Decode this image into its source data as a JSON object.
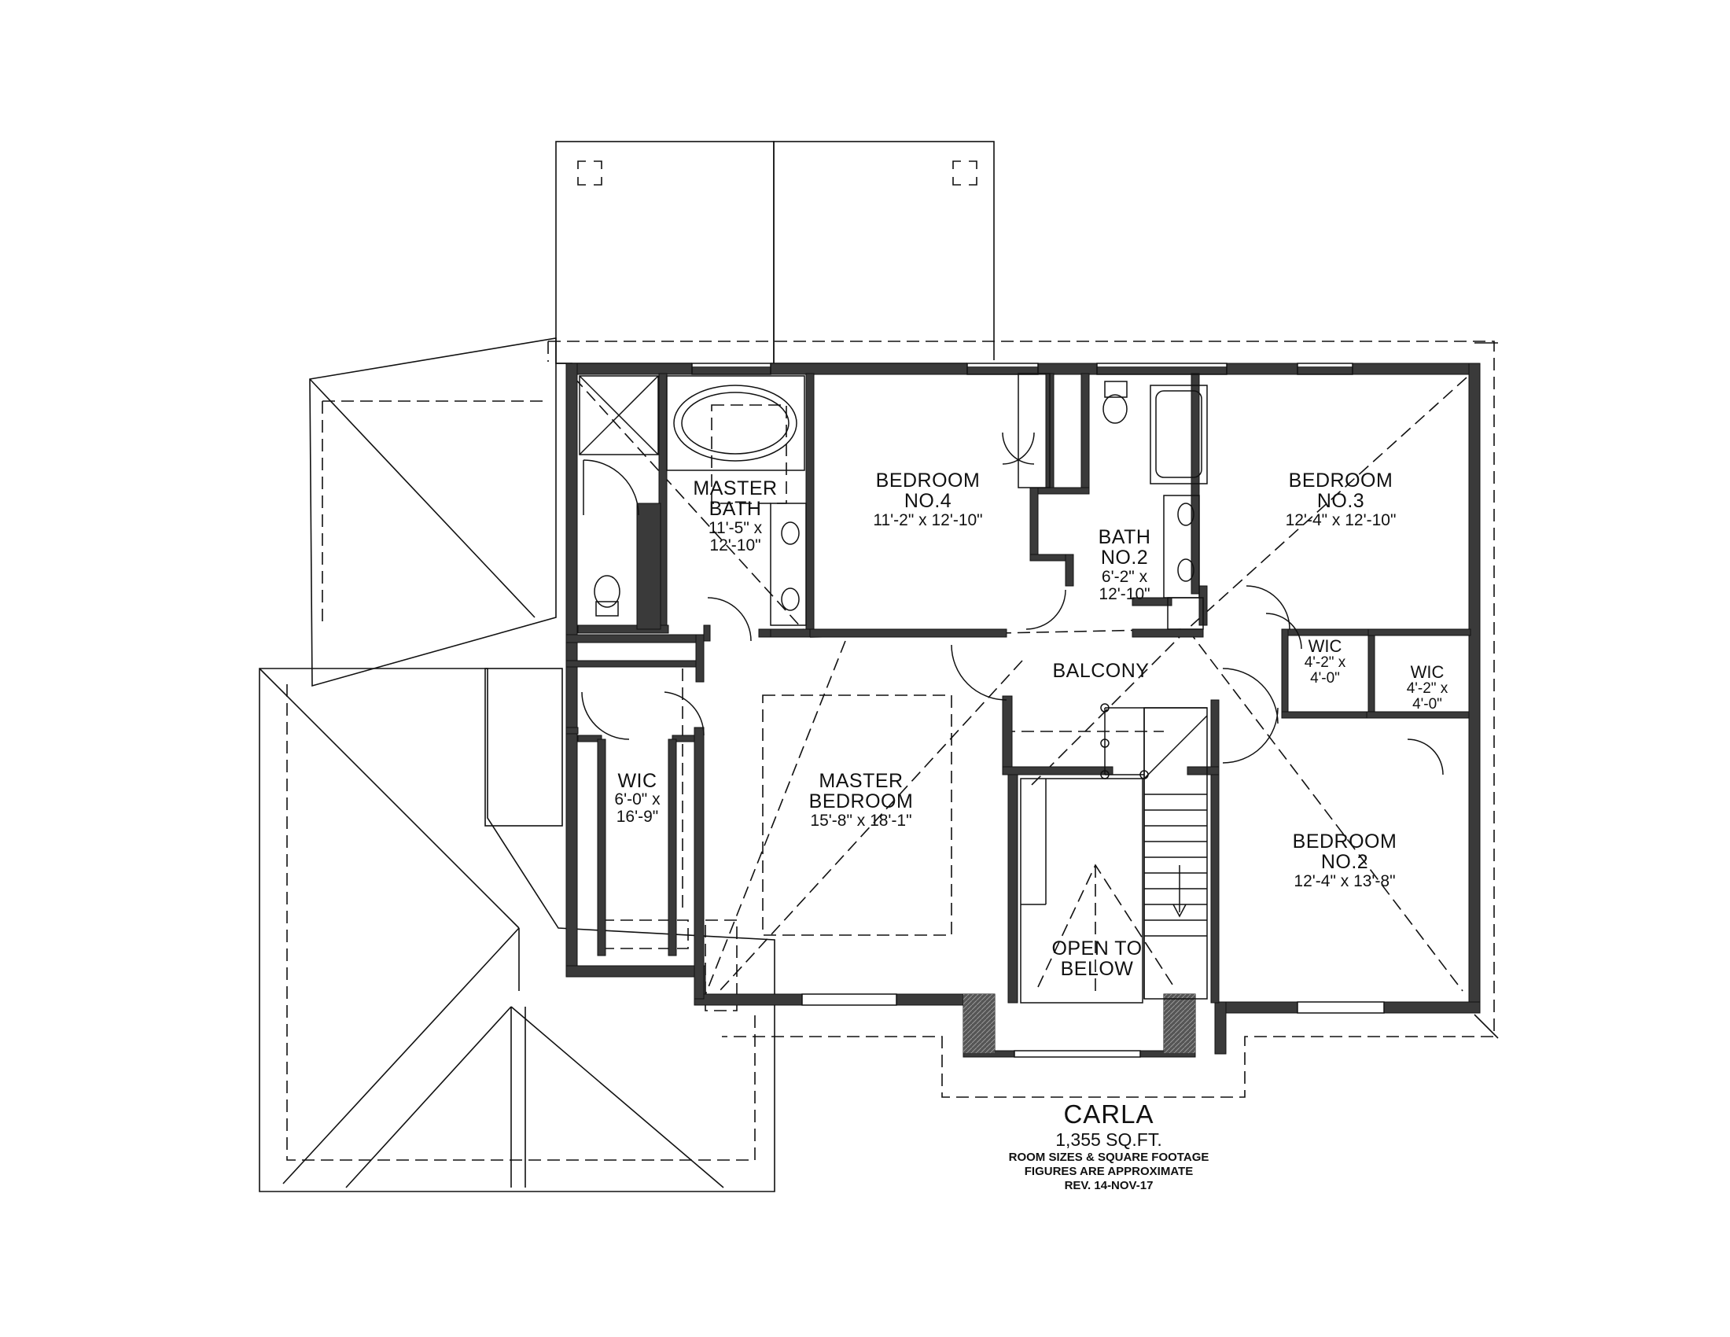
{
  "rooms": {
    "master_bath": {
      "name1": "MASTER",
      "name2": "BATH",
      "size1": "11'-5\" x",
      "size2": "12'-10\""
    },
    "bedroom4": {
      "name1": "BEDROOM",
      "name2": "NO.4",
      "size": "11'-2\" x 12'-10\""
    },
    "bath2": {
      "name1": "BATH",
      "name2": "NO.2",
      "size1": "6'-2\" x",
      "size2": "12'-10\""
    },
    "bedroom3": {
      "name1": "BEDROOM",
      "name2": "NO.3",
      "size": "12'-4\" x 12'-10\""
    },
    "wic_b3": {
      "name": "WIC",
      "size1": "4'-2\" x",
      "size2": "4'-0\""
    },
    "wic_b2": {
      "name": "WIC",
      "size1": "4'-2\" x",
      "size2": "4'-0\""
    },
    "balcony": {
      "name": "BALCONY"
    },
    "wic_master": {
      "name": "WIC",
      "size1": "6'-0\" x",
      "size2": "16'-9\""
    },
    "master_bedroom": {
      "name1": "MASTER",
      "name2": "BEDROOM",
      "size": "15'-8\" x 18'-1\""
    },
    "bedroom2": {
      "name1": "BEDROOM",
      "name2": "NO.2",
      "size": "12'-4\" x 13'-8\""
    },
    "open_to_below": {
      "line1": "OPEN TO",
      "line2": "BELOW"
    }
  },
  "title_block": {
    "model": "CARLA",
    "area": "1,355 SQ.FT.",
    "note1": "ROOM SIZES & SQUARE FOOTAGE",
    "note2": "FIGURES ARE APPROXIMATE",
    "revision": "REV. 14-NOV-17"
  },
  "colors": {
    "wall": "#3a3a3a",
    "line": "#111111",
    "background": "#ffffff"
  }
}
